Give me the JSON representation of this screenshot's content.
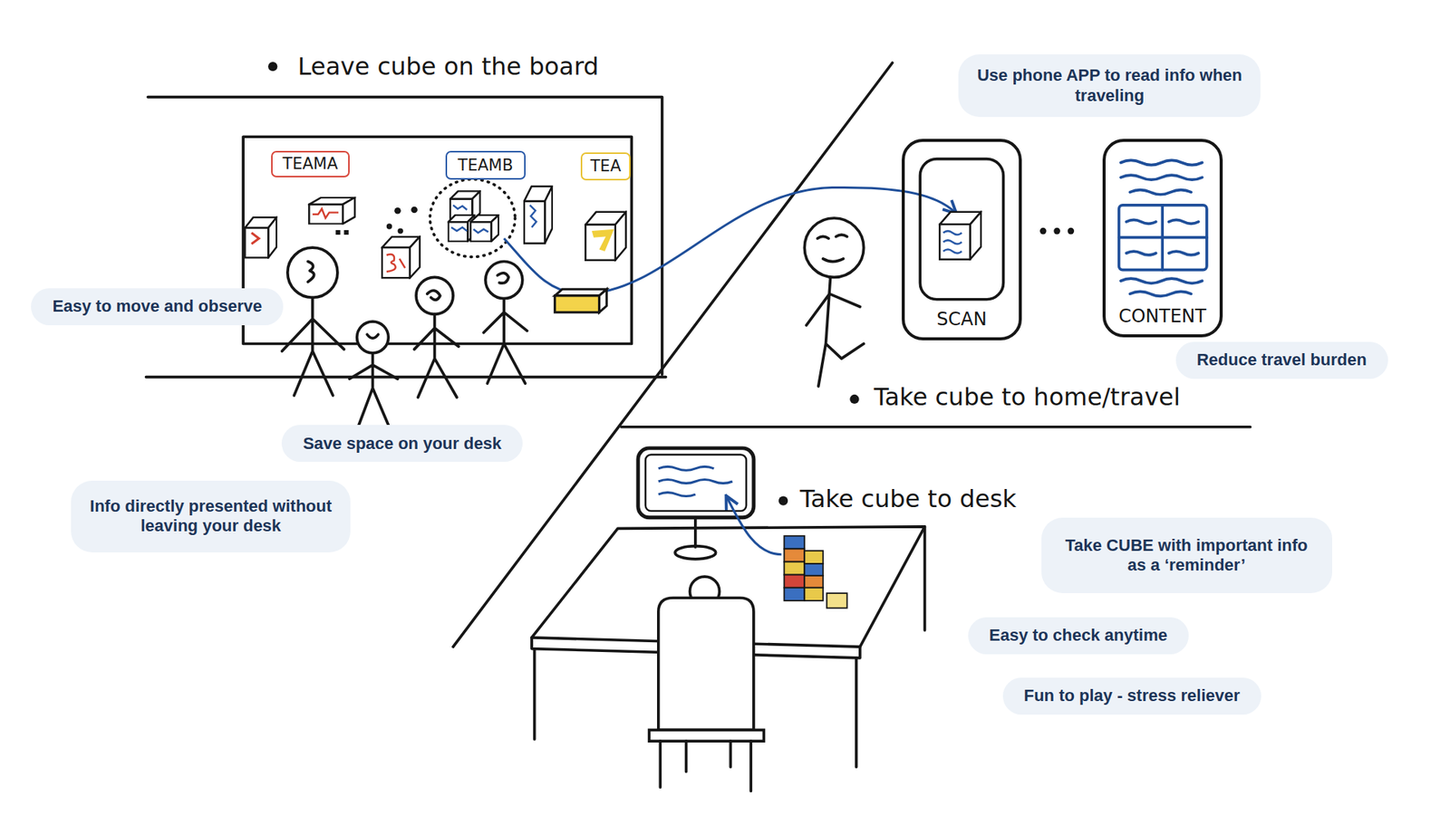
{
  "diagram": {
    "nodes": [
      {
        "text": [
          "TEAMA"
        ]
      },
      {
        "text": [
          "TEAMB"
        ]
      },
      {
        "text": [
          "TEA"
        ]
      },
      {
        "text": [
          "Use phone APP to read info when traveling"
        ]
      },
      {
        "text": [
          "SCAN"
        ]
      },
      {
        "text": [
          "CONTENT"
        ]
      },
      {
        "text": [
          "Easy to move and observe"
        ]
      },
      {
        "text": [
          "Reduce travel burden"
        ]
      },
      {
        "text": [
          "Save space on your desk"
        ]
      },
      {
        "text": [
          "Info directly presented without leaving your desk"
        ]
      },
      {
        "text": [
          "Take CUBE with important info as a ‘reminder’"
        ]
      },
      {
        "text": [
          "Easy to check anytime"
        ]
      },
      {
        "text": [
          "Fun to play - stress reliever"
        ]
      }
    ],
    "labels": [
      "Leave cube on the board",
      "Take cube to home/travel",
      "Take cube to desk"
    ]
  }
}
